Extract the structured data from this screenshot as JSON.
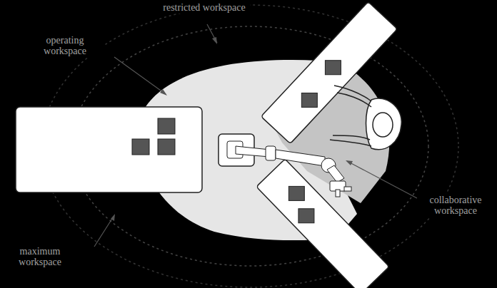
{
  "diagram": {
    "labels": [
      "restricted workspace",
      "operating workspace",
      "collaborative workspace",
      "maximum workspace"
    ]
  }
}
